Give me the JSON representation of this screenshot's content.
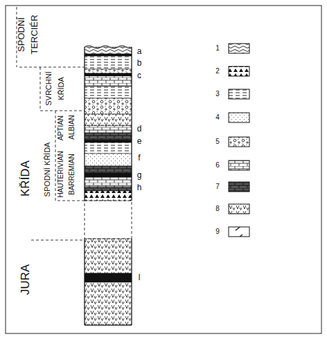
{
  "diagram": {
    "labels": [
      "SPODNÍ TERCIÉR",
      "SVRCHNÍ KŘÍDA",
      "KŘÍDA",
      "SPODNÍ KŘÍDA",
      "APTIAN",
      "HAUTERIVIAN",
      "ALBIAN",
      "BARREMIAN",
      "JURA",
      "a",
      "b",
      "c",
      "d",
      "e",
      "f",
      "g",
      "h",
      "l"
    ],
    "legend": [
      {
        "text": "1"
      },
      {
        "text": "2"
      },
      {
        "text": "3"
      },
      {
        "text": "4"
      },
      {
        "text": "5"
      },
      {
        "text": "6"
      },
      {
        "text": "7"
      },
      {
        "text": "8"
      },
      {
        "text": "9"
      }
    ]
  }
}
